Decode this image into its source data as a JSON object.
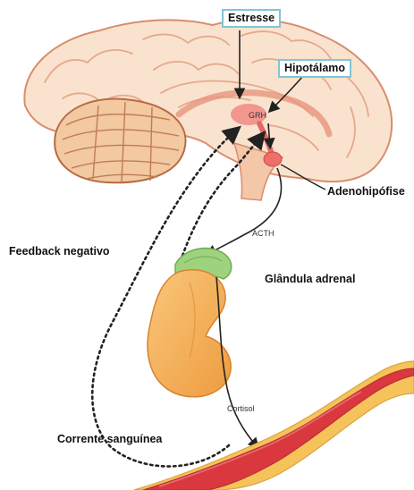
{
  "labels": {
    "estresse": "Estresse",
    "hipotalamo": "Hipotálamo",
    "grh": "GRH",
    "adenohipofise": "Adenohipófise",
    "acth": "ACTH",
    "feedback": "Feedback negativo",
    "glandula": "Glândula adrenal",
    "cortisol": "Cortisol",
    "corrente": "Corrente sanguínea"
  },
  "colors": {
    "brain_fill": "#f9e3cf",
    "brain_gyri": "#e7a88a",
    "cerebellum": "#f2c9a1",
    "hypothalamus": "#f08a82",
    "label_box_border": "#7fc6d6",
    "adrenal_gland": "#9fd27e",
    "kidney": "#f6b15c",
    "vessel_red": "#d9383e",
    "vessel_gold": "#f5c35a"
  }
}
